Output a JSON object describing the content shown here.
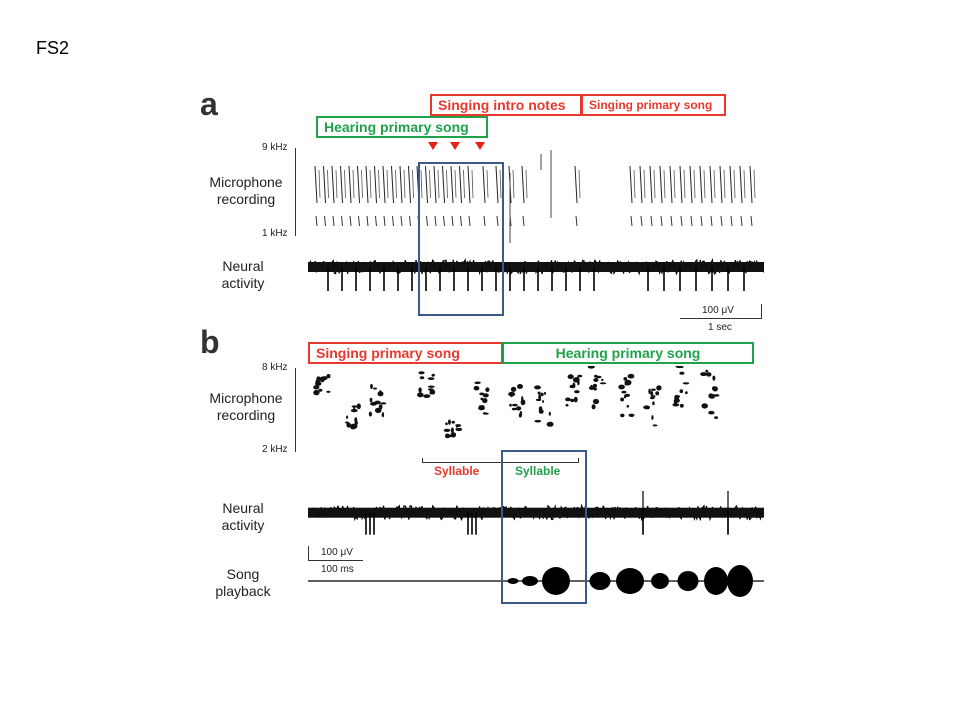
{
  "slide": {
    "label": "FS2"
  },
  "panel_a": {
    "letter": "a",
    "labels": {
      "singing_intro": "Singing intro notes",
      "singing_primary": "Singing primary song",
      "hearing_primary": "Hearing primary song"
    },
    "freq_top": "9 kHz",
    "freq_bottom": "1 kHz",
    "mic_label_line1": "Microphone",
    "mic_label_line2": "recording",
    "neural_label_line1": "Neural",
    "neural_label_line2": "activity",
    "scale_voltage": "100 μV",
    "scale_time": "1 sec",
    "marker_color": "#e8201c"
  },
  "panel_b": {
    "letter": "b",
    "labels": {
      "singing_primary": "Singing primary song",
      "hearing_primary": "Hearing primary song"
    },
    "freq_top": "8 kHz",
    "freq_bottom": "2 kHz",
    "mic_label_line1": "Microphone",
    "mic_label_line2": "recording",
    "syllable_red": "Syllable",
    "syllable_green": "Syllable",
    "neural_label_line1": "Neural",
    "neural_label_line2": "activity",
    "scale_voltage": "100 μV",
    "scale_time": "100 ms",
    "playback_label_line1": "Song",
    "playback_label_line2": "playback"
  },
  "colors": {
    "red": "#e8392c",
    "green": "#1fa24a",
    "highlight": "#3a5a8c"
  }
}
